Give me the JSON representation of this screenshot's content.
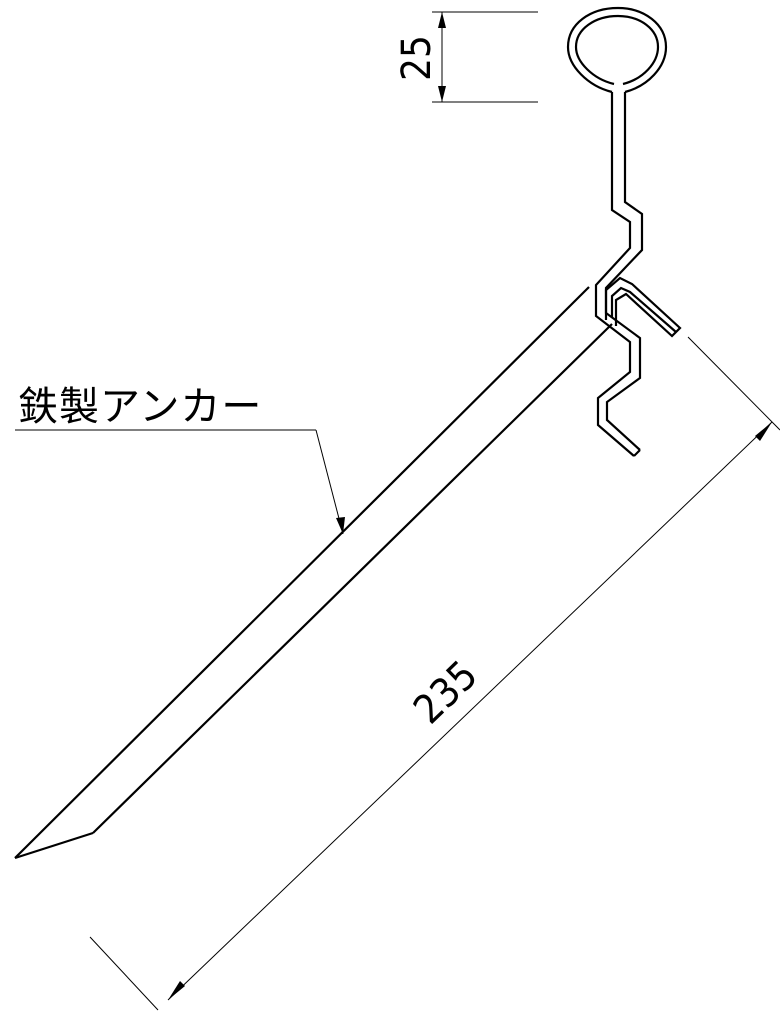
{
  "drawing": {
    "part_label": "鉄製アンカー",
    "dimensions": {
      "loop_diameter": "25",
      "overall_length": "235"
    }
  }
}
